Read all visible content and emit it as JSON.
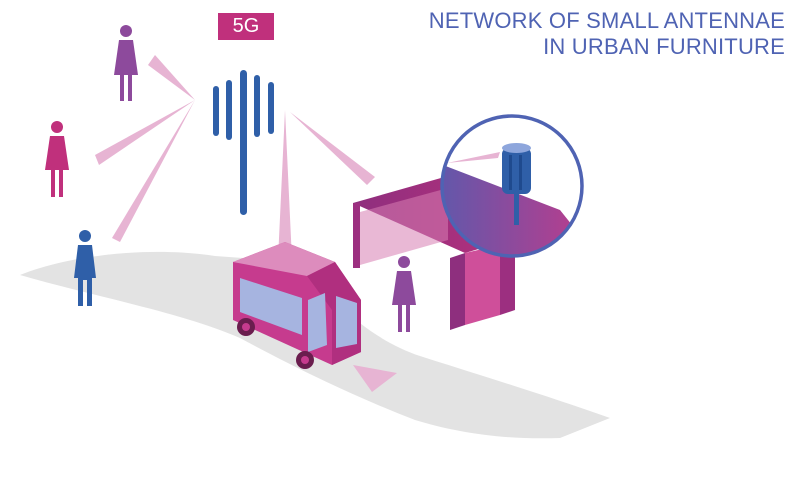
{
  "title": {
    "line1": "NETWORK OF SMALL ANTENNAE",
    "line2": "IN  URBAN FURNITURE"
  },
  "badge": {
    "label": "5G"
  },
  "colors": {
    "title_blue": "#4f63b3",
    "magenta": "#c0307c",
    "ray_pink": "#e7b4d3",
    "road_gray": "#e3e3e3",
    "antenna_blue": "#2f5fa8",
    "bus_body": "#c63b8e",
    "bus_window": "#a6b4e0"
  },
  "icons": {
    "tower": "antenna-tower-icon",
    "people": "person-icon",
    "bus": "bus-icon",
    "shelter": "bus-shelter-icon",
    "small_antenna": "small-antenna-icon"
  }
}
